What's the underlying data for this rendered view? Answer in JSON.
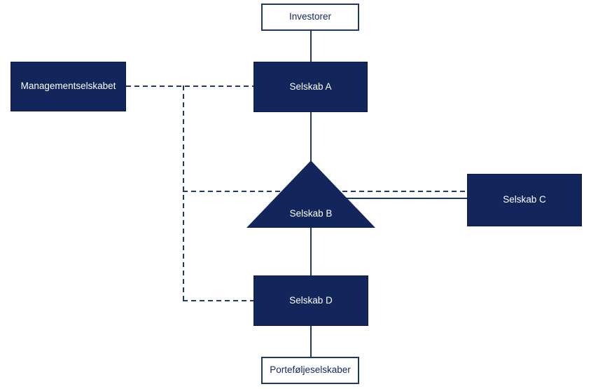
{
  "diagram": {
    "type": "org-structure",
    "colors": {
      "navy_fill": "#12265C",
      "line_navy": "#1F3864",
      "background": "#FFFFFF",
      "text_on_navy": "#FFFFFF",
      "text_on_white": "#12265C"
    },
    "nodes": {
      "investorer": {
        "label": "Investorer",
        "shape": "rect-outline"
      },
      "managementselskabet": {
        "label": "Managementselskabet",
        "shape": "rect-filled"
      },
      "selskab_a": {
        "label": "Selskab A",
        "shape": "rect-filled"
      },
      "selskab_b": {
        "label": "Selskab B",
        "shape": "triangle-filled"
      },
      "selskab_c": {
        "label": "Selskab C",
        "shape": "rect-filled"
      },
      "selskab_d": {
        "label": "Selskab D",
        "shape": "rect-filled"
      },
      "portefoljeselskaber": {
        "label": "Porteføljeselskaber",
        "shape": "rect-outline"
      }
    },
    "edges": [
      {
        "from": "Investorer",
        "to": "Selskab A",
        "style": "solid"
      },
      {
        "from": "Selskab A",
        "to": "Selskab B",
        "style": "solid"
      },
      {
        "from": "Selskab B",
        "to": "Selskab C",
        "style": "solid"
      },
      {
        "from": "Selskab B",
        "to": "Selskab D",
        "style": "solid"
      },
      {
        "from": "Selskab D",
        "to": "Porteføljeselskaber",
        "style": "solid"
      },
      {
        "from": "Managementselskabet",
        "to": "Selskab A",
        "style": "dashed"
      },
      {
        "from": "Managementselskabet",
        "to": "Selskab B",
        "style": "dashed"
      },
      {
        "from": "Managementselskabet",
        "to": "Selskab C",
        "style": "dashed"
      },
      {
        "from": "Managementselskabet",
        "to": "Selskab D",
        "style": "dashed"
      }
    ]
  }
}
